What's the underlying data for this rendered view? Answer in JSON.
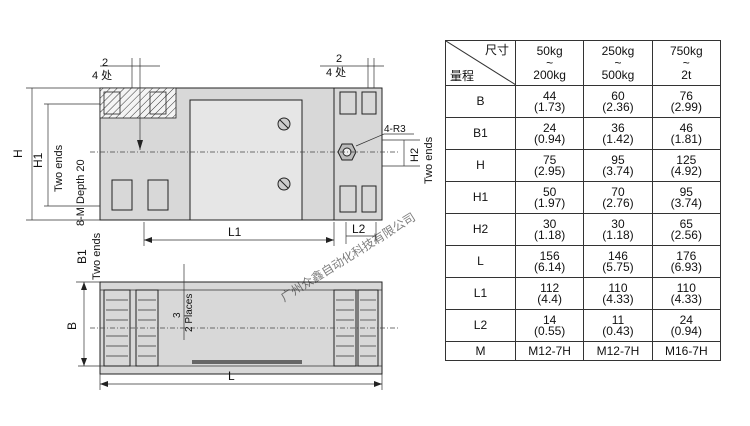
{
  "drawing": {
    "dim_2_left": "2",
    "dim_4places_left": "4 处",
    "dim_2_right": "2",
    "dim_4places_right": "4 处",
    "label_H": "H",
    "label_H1": "H1",
    "label_two_ends_left": "Two ends",
    "label_depth": "8-M Depth 20",
    "label_4R3": "4-R3",
    "label_H2": "H2",
    "label_two_ends_right": "Two ends",
    "label_L1": "L1",
    "label_L2": "L2",
    "label_B1": "B1",
    "label_two_ends_bottom": "Two ends",
    "label_B": "B",
    "label_3": "3",
    "label_2places": "2 Places",
    "label_L": "L",
    "watermark": "广州众鑫自动化科技有限公司"
  },
  "table": {
    "corner_top": "尺寸",
    "corner_bottom": "量程",
    "columns": [
      {
        "top": "50kg",
        "mid": "~",
        "bot": "200kg"
      },
      {
        "top": "250kg",
        "mid": "~",
        "bot": "500kg"
      },
      {
        "top": "750kg",
        "mid": "~",
        "bot": "2t"
      }
    ],
    "rows": [
      {
        "label": "B",
        "cells": [
          [
            "44",
            "(1.73)"
          ],
          [
            "60",
            "(2.36)"
          ],
          [
            "76",
            "(2.99)"
          ]
        ]
      },
      {
        "label": "B1",
        "cells": [
          [
            "24",
            "(0.94)"
          ],
          [
            "36",
            "(1.42)"
          ],
          [
            "46",
            "(1.81)"
          ]
        ]
      },
      {
        "label": "H",
        "cells": [
          [
            "75",
            "(2.95)"
          ],
          [
            "95",
            "(3.74)"
          ],
          [
            "125",
            "(4.92)"
          ]
        ]
      },
      {
        "label": "H1",
        "cells": [
          [
            "50",
            "(1.97)"
          ],
          [
            "70",
            "(2.76)"
          ],
          [
            "95",
            "(3.74)"
          ]
        ]
      },
      {
        "label": "H2",
        "cells": [
          [
            "30",
            "(1.18)"
          ],
          [
            "30",
            "(1.18)"
          ],
          [
            "65",
            "(2.56)"
          ]
        ]
      },
      {
        "label": "L",
        "cells": [
          [
            "156",
            "(6.14)"
          ],
          [
            "146",
            "(5.75)"
          ],
          [
            "176",
            "(6.93)"
          ]
        ]
      },
      {
        "label": "L1",
        "cells": [
          [
            "112",
            "(4.4)"
          ],
          [
            "110",
            "(4.33)"
          ],
          [
            "110",
            "(4.33)"
          ]
        ]
      },
      {
        "label": "L2",
        "cells": [
          [
            "14",
            "(0.55)"
          ],
          [
            "11",
            "(0.43)"
          ],
          [
            "24",
            "(0.94)"
          ]
        ]
      }
    ],
    "m_row": {
      "label": "M",
      "cells": [
        "M12-7H",
        "M12-7H",
        "M16-7H"
      ]
    }
  }
}
